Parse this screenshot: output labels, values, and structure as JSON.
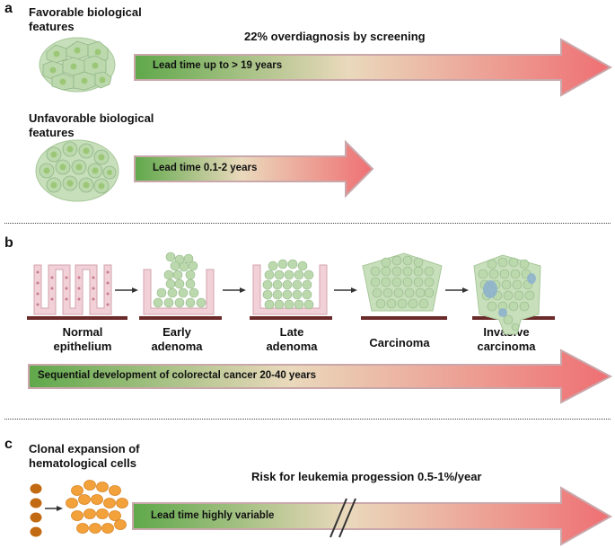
{
  "panels": {
    "a": {
      "letter": "a",
      "favorable_label": "Favorable biological features",
      "unfavorable_label": "Unfavorable biological features",
      "overdiagnosis": "22% overdiagnosis by screening",
      "arrow1_label": "Lead time up to > 19 years",
      "arrow2_label": "Lead time 0.1-2 years"
    },
    "b": {
      "letter": "b",
      "stages": [
        "Normal epithelium",
        "Early adenoma",
        "Late adenoma",
        "Carcinoma",
        "Invasive carcinoma"
      ],
      "arrow_label": "Sequential development of colorectal cancer 20-40 years"
    },
    "c": {
      "letter": "c",
      "clonal_label": "Clonal expansion of hematological cells",
      "risk_label": "Risk for leukemia progession 0.5-1%/year",
      "arrow_label": "Lead time highly variable"
    }
  },
  "colors": {
    "arrow_start": "#5fa84a",
    "arrow_mid": "#e9dcc0",
    "arrow_end": "#ef6f73",
    "arrow_outline": "#c9a7ab",
    "cell_fill": "#bcd9ad",
    "nucleus": "#9cc777",
    "epithelium": "#e7bcc5",
    "basement": "#6b2a2a",
    "invasive_blue": "#8cb1cf",
    "heme_dark": "#c26a12",
    "heme_light": "#f3a13a"
  }
}
